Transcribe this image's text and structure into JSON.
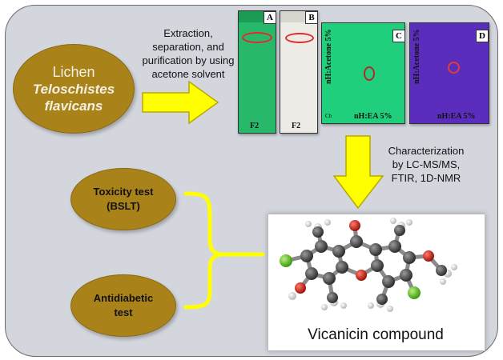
{
  "lichen": {
    "line1": "Lichen",
    "line2": "Teloschistes",
    "line3": "flavicans"
  },
  "extraction": {
    "text_lines": [
      "Extraction,",
      "separation, and",
      "purification by using",
      "acetone solvent"
    ]
  },
  "plates": {
    "A": {
      "label": "A",
      "bottom_text": "F2"
    },
    "B": {
      "label": "B",
      "bottom_text": "F2"
    },
    "C": {
      "label": "C",
      "side_text": "nH:Acetone 5%",
      "bottom_text": "nH:EA 5%",
      "corner_text": "Cb"
    },
    "D": {
      "label": "D",
      "side_text": "nH:Acetone 5%",
      "bottom_text": "nH:EA 5%"
    }
  },
  "characterization": {
    "text_lines": [
      "Characterization",
      "by LC-MS/MS,",
      "FTIR, 1D-NMR"
    ]
  },
  "toxicity": {
    "line1": "Toxicity test",
    "line2": "(BSLT)"
  },
  "antidiabetic": {
    "line1": "Antidiabetic",
    "line2": "test"
  },
  "compound": {
    "name": "Vicanicin compound"
  },
  "colors": {
    "panel": "#d3d6dd",
    "oval": "#a9821a",
    "arrow_yellow": "#ffff00",
    "plate_green": "#22b868",
    "plate_bright_green": "#1fd07a",
    "plate_purple": "#5a2dbd",
    "circle_red": "#e32a2a"
  }
}
